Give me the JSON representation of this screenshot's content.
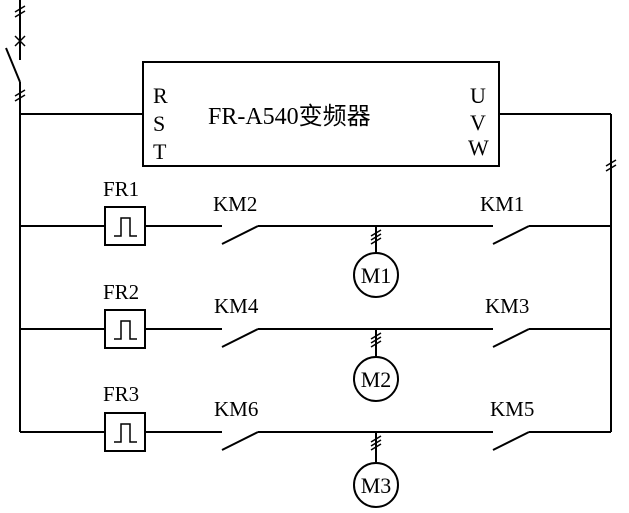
{
  "inverter": {
    "title": "FR-A540变频器",
    "inputs": [
      "R",
      "S",
      "T"
    ],
    "outputs": [
      "U",
      "V",
      "W"
    ]
  },
  "rows": [
    {
      "relay": "FR1",
      "left_contact": "KM2",
      "right_contact": "KM1",
      "motor": "M1"
    },
    {
      "relay": "FR2",
      "left_contact": "KM4",
      "right_contact": "KM3",
      "motor": "M2"
    },
    {
      "relay": "FR3",
      "left_contact": "KM6",
      "right_contact": "KM5",
      "motor": "M3"
    }
  ]
}
